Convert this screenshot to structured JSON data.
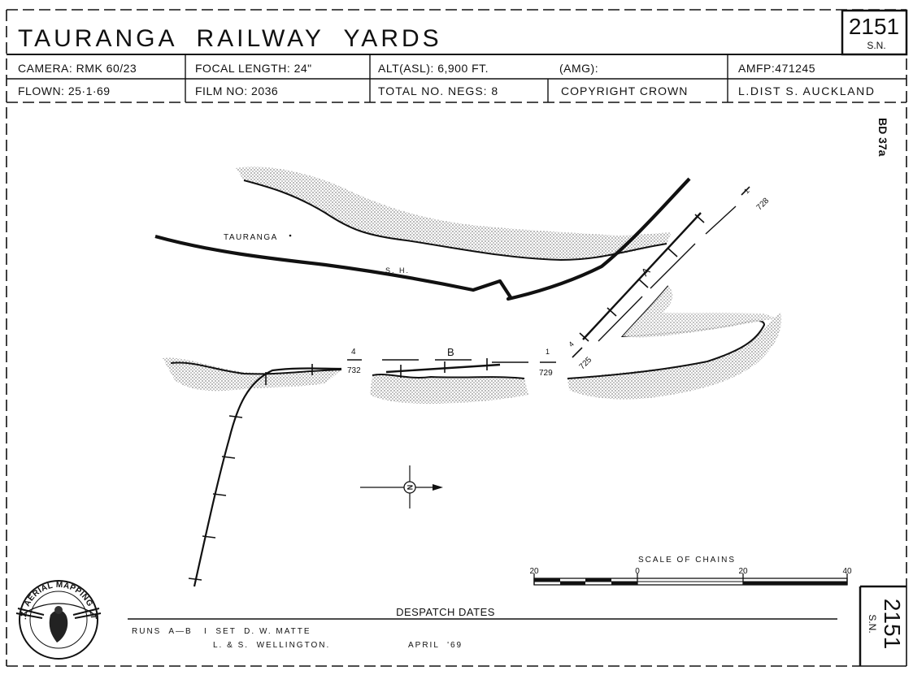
{
  "title": "TAURANGA  RAILWAY  YARDS",
  "sheet_id": {
    "number": "2151",
    "suffix": "S.N."
  },
  "info": {
    "camera": "CAMERA: RMK 60/23",
    "focal_length": "FOCAL LENGTH: 24\"",
    "altitude": "ALT(ASL): 6,900 FT.",
    "amg": "(AMG):",
    "amfp": "AMFP:471245",
    "flown": "FLOWN: 25·1·69",
    "film_no": "FILM NO: 2036",
    "total_negs": "TOTAL NO. NEGS: 8",
    "copyright": "COPYRIGHT CROWN",
    "land_district": "L.DIST S. AUCKLAND"
  },
  "side_code": "BD 37a",
  "map_labels": {
    "town": "TAURANGA",
    "highway": "S. H.",
    "run_a": "A",
    "run_b": "B"
  },
  "photo_labels": {
    "run_a_end_num": "1",
    "run_a_end_photo": "728",
    "run_a_start_num": "4",
    "run_a_start_photo": "725",
    "run_b_start_num": "4",
    "run_b_start_photo": "732",
    "run_b_end_num": "1",
    "run_b_end_photo": "729"
  },
  "north_arrow": {
    "letter": "N"
  },
  "scale": {
    "title": "SCALE OF CHAINS",
    "ticks": [
      "20",
      "0",
      "20",
      "40"
    ]
  },
  "despatch": {
    "heading": "DESPATCH DATES",
    "line1": "RUNS  A—B   I  SET  D. W. MATTE",
    "line2": "L. & S.  WELLINGTON.",
    "date": "APRIL  '69"
  },
  "logo": {
    "text": "N.Z. AERIAL MAPPING LTD"
  },
  "colors": {
    "ink": "#111111",
    "stipple": "#9a9a9a",
    "paper": "#ffffff"
  }
}
